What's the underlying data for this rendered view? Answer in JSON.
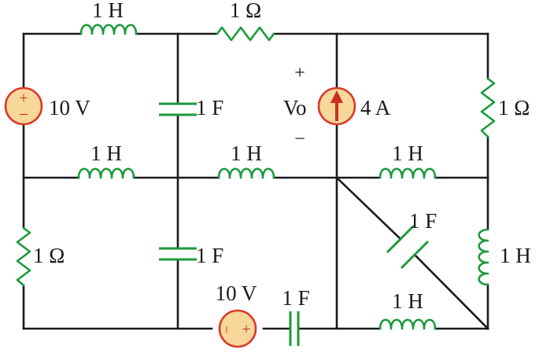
{
  "colors": {
    "wire": "#1a1a1a",
    "component": "#1a9a3c",
    "source_fill": "#f7d79a",
    "source_outline": "#d83a2a"
  },
  "labels": {
    "inductor_top": "1 H",
    "resistor_top": "1 Ω",
    "vsource_left": "10 V",
    "cap_upper_mid": "1 F",
    "vo_label": "Vo",
    "vo_plus": "+",
    "vo_minus": "−",
    "isource": "4 A",
    "resistor_right": "1 Ω",
    "inductor_mid_left": "1 H",
    "inductor_mid_center": "1 H",
    "inductor_mid_right": "1 H",
    "cap_diagonal": "1 F",
    "inductor_right_lower": "1 H",
    "resistor_left_lower": "1 Ω",
    "cap_lower_mid": "1 F",
    "vsource_bottom": "10 V",
    "cap_bottom": "1 F",
    "inductor_bottom": "1 H"
  },
  "source_symbols": {
    "left_plus": "+",
    "left_minus": "−",
    "bottom_minus": "−",
    "bottom_plus": "+"
  }
}
